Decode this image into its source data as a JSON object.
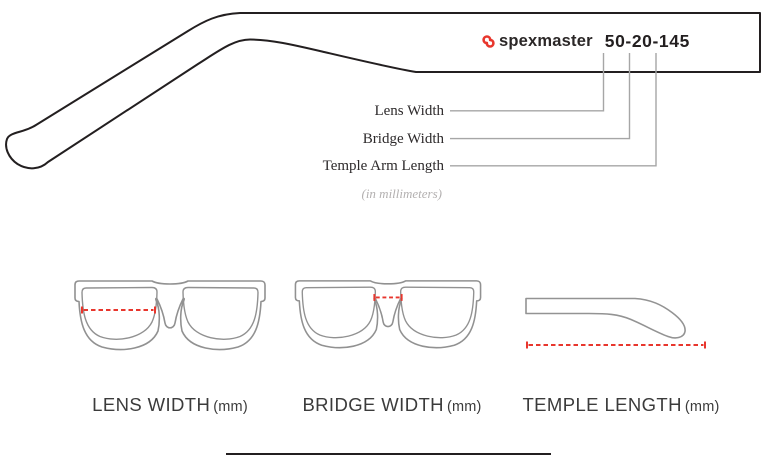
{
  "header": {
    "brand": "spexmaster",
    "frame_size": "50-20-145"
  },
  "callouts": {
    "lens_width": "Lens Width",
    "bridge_width": "Bridge Width",
    "temple_arm_length": "Temple Arm Length",
    "unit_note": "(in millimeters)"
  },
  "measurements": [
    {
      "label": "LENS WIDTH",
      "unit": "(mm)"
    },
    {
      "label": "BRIDGE WIDTH",
      "unit": "(mm)"
    },
    {
      "label": "TEMPLE LENGTH",
      "unit": "(mm)"
    }
  ],
  "icons": {
    "logo": "spexmaster-interlocked-rings-icon",
    "arrows": [
      "lens-width-arrow",
      "bridge-width-arrow",
      "temple-length-arrow"
    ]
  },
  "colors": {
    "accent_red": "#e8362d",
    "outline_dark": "#231f20",
    "outline_gray": "#939393",
    "connector_gray": "#a6a6a6",
    "label_dark": "#2d2a2b",
    "note_gray": "#b3b0b0"
  }
}
